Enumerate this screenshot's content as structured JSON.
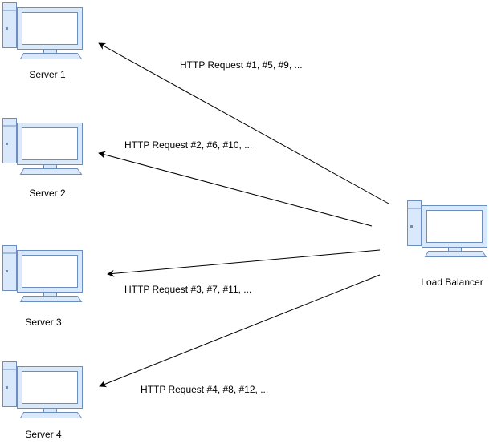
{
  "nodes": {
    "server1": {
      "label": "Server 1",
      "icon": "desktop-computer-icon"
    },
    "server2": {
      "label": "Server 2",
      "icon": "desktop-computer-icon"
    },
    "server3": {
      "label": "Server 3",
      "icon": "desktop-computer-icon"
    },
    "server4": {
      "label": "Server 4",
      "icon": "desktop-computer-icon"
    },
    "load_balancer": {
      "label": "Load Balancer",
      "icon": "desktop-computer-icon"
    }
  },
  "edges": {
    "to_server1": {
      "from": "Load Balancer",
      "to": "Server 1",
      "label": "HTTP Request #1, #5, #9, ..."
    },
    "to_server2": {
      "from": "Load Balancer",
      "to": "Server 2",
      "label": "HTTP Request #2, #6, #10, ..."
    },
    "to_server3": {
      "from": "Load Balancer",
      "to": "Server 3",
      "label": "HTTP Request #3, #7, #11, ..."
    },
    "to_server4": {
      "from": "Load Balancer",
      "to": "Server 4",
      "label": "HTTP Request #4, #8, #12, ..."
    }
  },
  "colors": {
    "monitor_frame": "#dae8fc",
    "monitor_outline": "#6c8ebf",
    "tower_fill": "#dae8fc",
    "screen_fill": "#ffffff",
    "line": "#000000"
  }
}
